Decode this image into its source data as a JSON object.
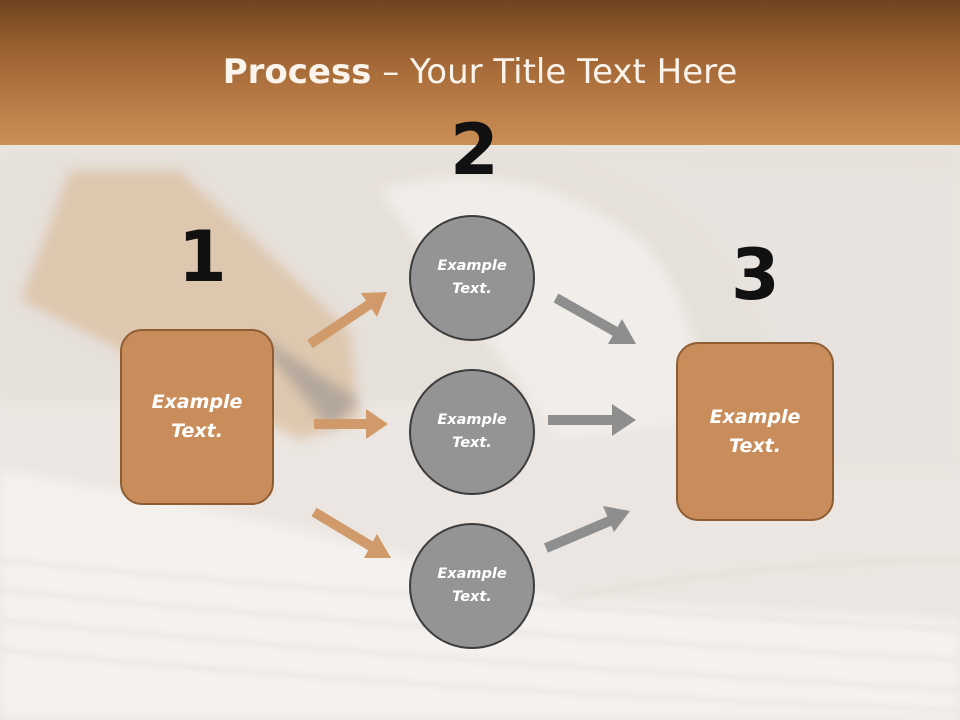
{
  "slide": {
    "title_bold": "Process",
    "title_rest": " – Your Title Text Here"
  },
  "steps": {
    "one": {
      "number": "1",
      "label": "Example\nText."
    },
    "two": {
      "number": "2",
      "circles": [
        {
          "label": "Example\nText."
        },
        {
          "label": "Example\nText."
        },
        {
          "label": "Example\nText."
        }
      ]
    },
    "three": {
      "number": "3",
      "label": "Example\nText."
    }
  },
  "colors": {
    "header_dark": "#6e4420",
    "header_light": "#c98e56",
    "box_fill": "#c98d5c",
    "box_border": "#8f5d34",
    "circle_fill": "#949494",
    "circle_border": "#3d3d3d",
    "arrow_orange": "#d09a6a",
    "arrow_gray": "#8e8e8e"
  }
}
